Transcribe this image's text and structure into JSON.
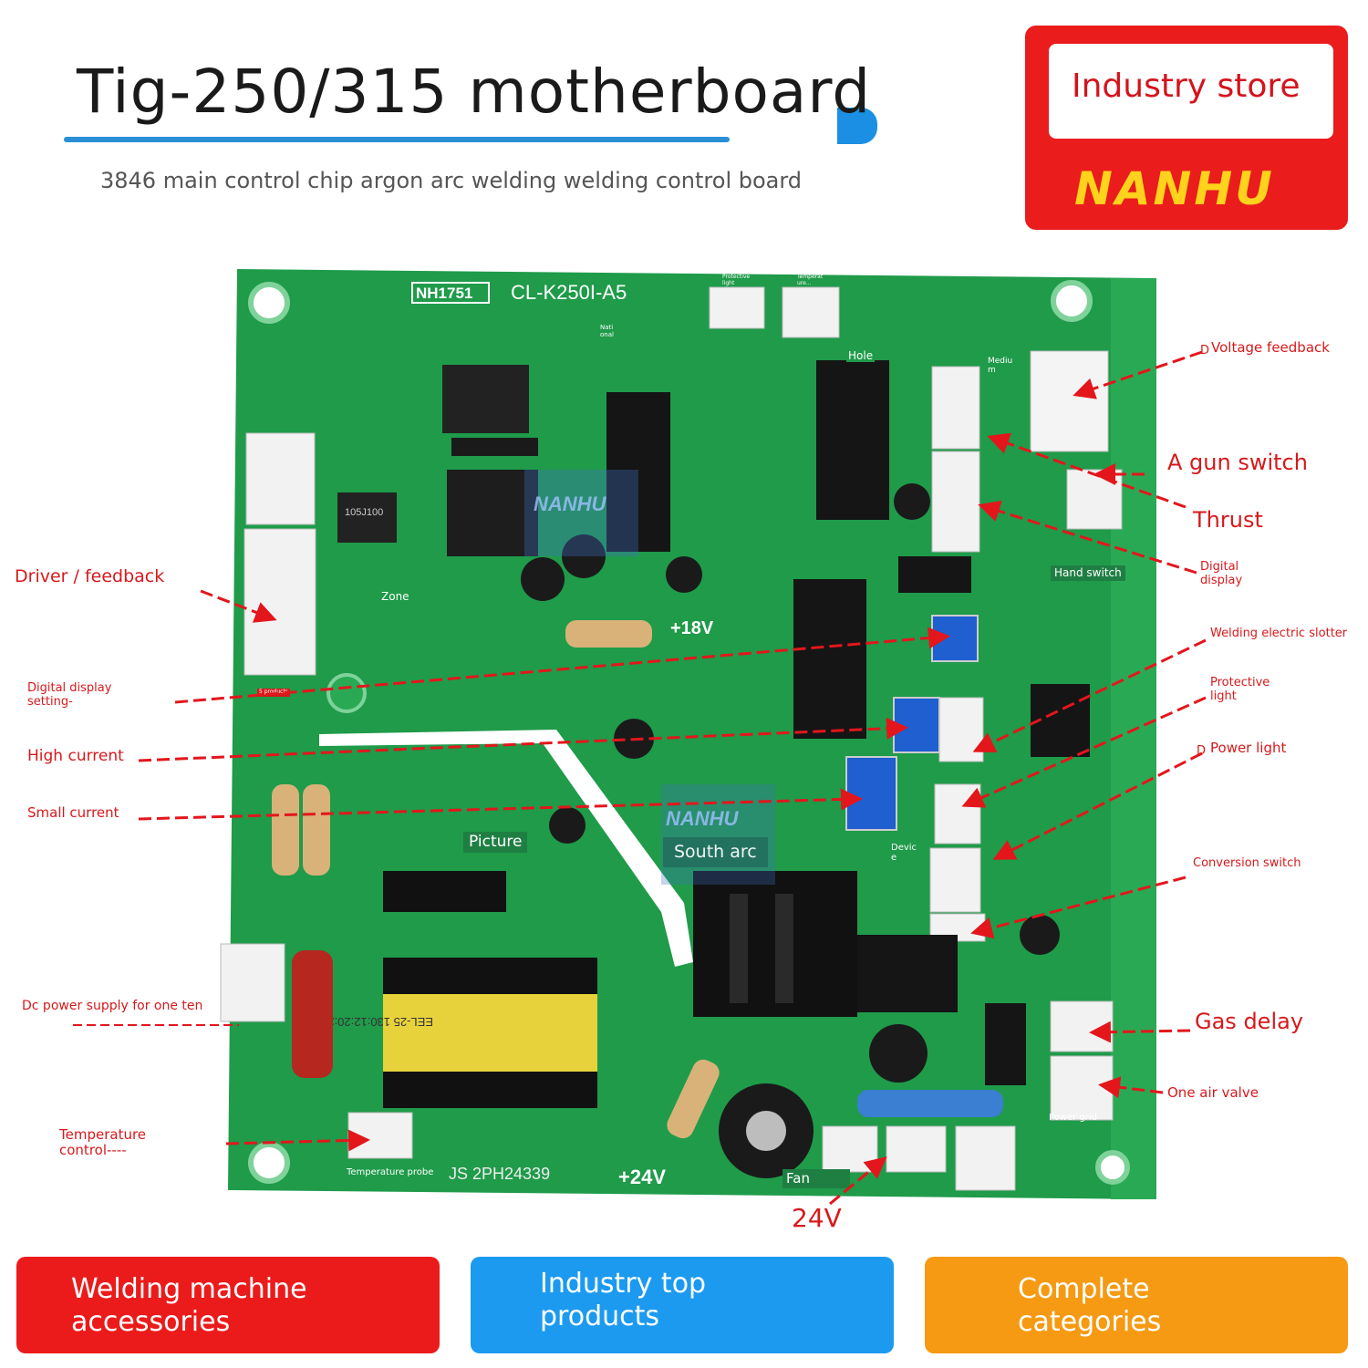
{
  "header": {
    "title": "Tig-250/315 motherboard",
    "subtitle": "3846 main control chip argon arc welding welding control board",
    "store_label": "Industry store",
    "brand": "NANHU"
  },
  "board_text": {
    "model_tag": "NH1751",
    "model": "CL-K250I-A5",
    "v18": "+18V",
    "v24": "+24V",
    "serial": "JS  2PH24339",
    "transformer": "EEL-25 130:12:20:22",
    "inductor": "105J100",
    "watermark1": "NANHU",
    "watermark2": "NANHU"
  },
  "board_labels": {
    "protective_light": "Protective light",
    "temperature": "Temperat ure...",
    "hole": "Hole",
    "medium": "Mediu m",
    "national": "Nati onal",
    "zone": "Zone",
    "hand_switch": "Hand switch",
    "five_products": "5 products",
    "picture": "Picture",
    "south_arc": "South arc",
    "device": "Devic e",
    "temperature_probe": "Temperature probe",
    "fan": "Fan",
    "power_grid": "Power grid"
  },
  "callouts": {
    "voltage_feedback": "Voltage feedback",
    "gun_switch": "A gun switch",
    "thrust": "Thrust",
    "digital_display": "Digital display",
    "welding_slotter": "Welding electric slotter",
    "protective_light": "Protective light",
    "power_light": "Power light",
    "conversion_switch": "Conversion switch",
    "gas_delay": "Gas delay",
    "air_valve": "One air valve",
    "v24": "24V",
    "driver_feedback": "Driver / feedback",
    "digital_display_setting": "Digital display setting-",
    "high_current": "High current",
    "small_current": "Small current",
    "dc_power": "Dc power supply for one ten",
    "temperature_control": "Temperature control----",
    "mark_d1": "D",
    "mark_d2": "D"
  },
  "banners": [
    {
      "label": "Welding machine\naccessories",
      "color": "#ec1b1b"
    },
    {
      "label": "Industry top\nproducts",
      "color": "#1c9af0"
    },
    {
      "label": "Complete\ncategories",
      "color": "#f59a12"
    }
  ],
  "colors": {
    "board": "#1f9b4a",
    "accent_red": "#d7191c",
    "brand_yellow": "#ffd21c"
  }
}
